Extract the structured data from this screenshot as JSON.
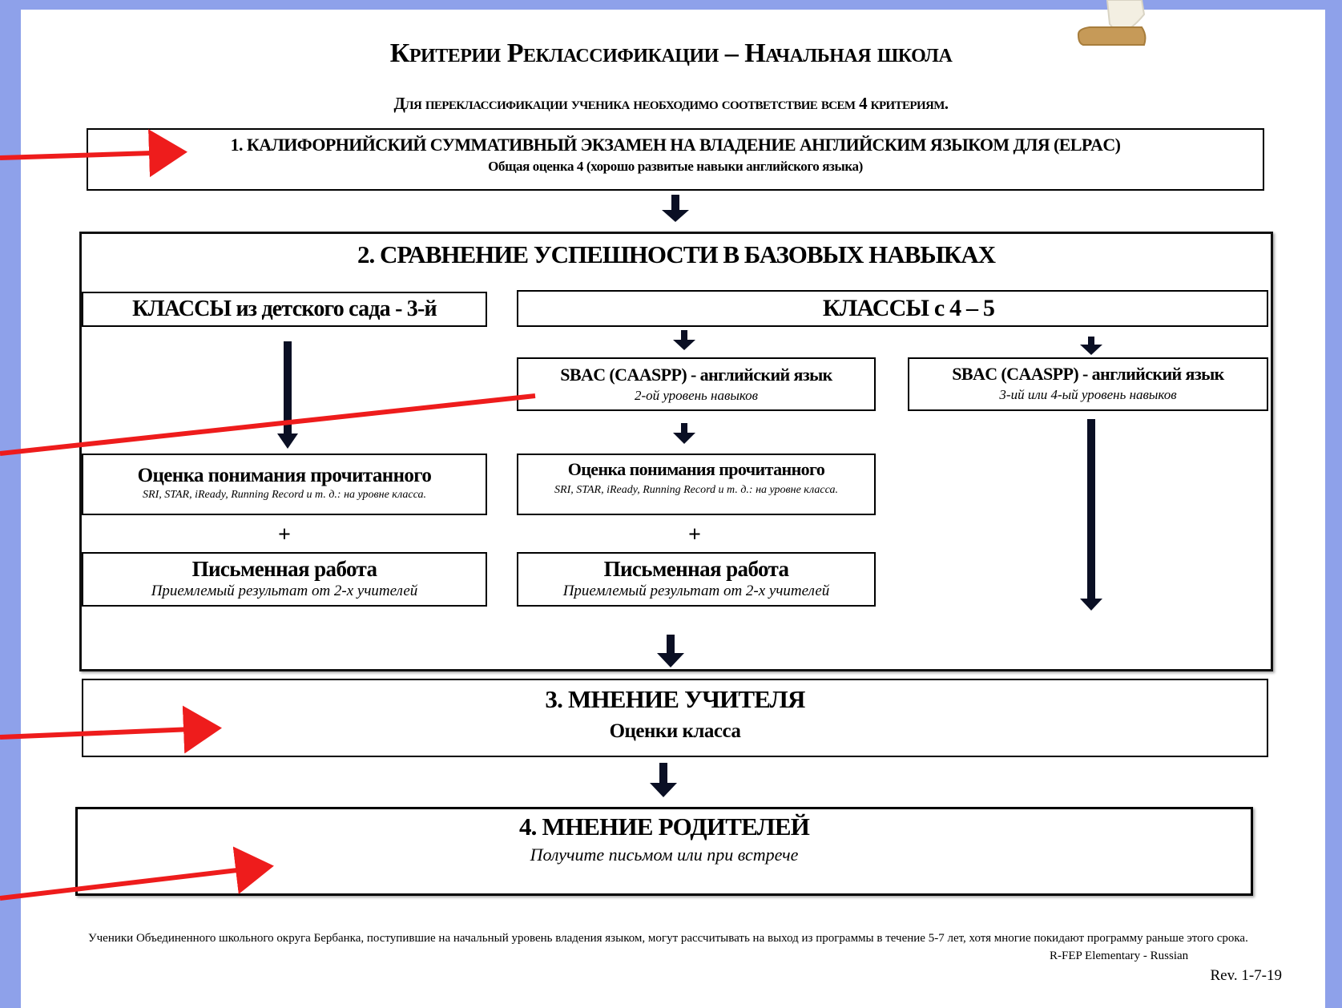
{
  "title": "Критерии Реклассификации – Начальная школа",
  "subtitle": "Для переклассификации ученика необходимо соответствие всем 4 критериям.",
  "criterion1": {
    "heading": "1.   КАЛИФОРНИЙСКИЙ СУММАТИВНЫЙ ЭКЗАМЕН НА ВЛАДЕНИЕ АНГЛИЙСКИМ ЯЗЫКОМ ДЛЯ (ELPAC)",
    "sub": "Общая оценка 4 (хорошо развитые навыки английского языка)"
  },
  "criterion2": {
    "heading": "2. СРАВНЕНИЕ УСПЕШНОСТИ В БАЗОВЫХ НАВЫКАХ",
    "grades_k3": "КЛАССЫ из детского сада - 3-й",
    "grades_45": "КЛАССЫ с 4 – 5",
    "sbac_l2": {
      "title": "SBAC (CAASPP) - английский язык",
      "sub": "2-ой уровень навыков"
    },
    "sbac_l34": {
      "title": "SBAC (CAASPP) - английский язык",
      "sub": "3-ий или 4-ый уровень навыков"
    },
    "reading_k3": {
      "title": "Оценка понимания прочитанного",
      "sub": "SRI, STAR, iReady, Running Record и т. д.: на уровне класса."
    },
    "reading_45": {
      "title": "Оценка понимания прочитанного",
      "sub": "SRI, STAR, iReady, Running Record и т. д.: на уровне класса."
    },
    "plus": "+",
    "writing_k3": {
      "title": "Письменная работа",
      "sub": "Приемлемый результат от 2-х учителей"
    },
    "writing_45": {
      "title": "Письменная работа",
      "sub": "Приемлемый результат от 2-х учителей"
    }
  },
  "criterion3": {
    "heading": "3.  МНЕНИЕ УЧИТЕЛЯ",
    "sub": "Оценки класса"
  },
  "criterion4": {
    "heading": "4.  МНЕНИЕ РОДИТЕЛЕЙ",
    "sub": "Получите письмом или при встрече"
  },
  "footer": {
    "note": "Ученики Объединенного школьного округа Бербанка, поступившие на начальный уровень владения языком, могут рассчитывать на выход из программы в течение 5-7 лет, хотя многие покидают программу раньше этого срока.",
    "doc_id": "R-FEP Elementary - Russian",
    "revision": "Rev. 1-7-19"
  },
  "colors": {
    "background": "#8ea1ea",
    "annotation_arrow": "#ee1c1c",
    "flow_arrow": "#0a0f24"
  }
}
